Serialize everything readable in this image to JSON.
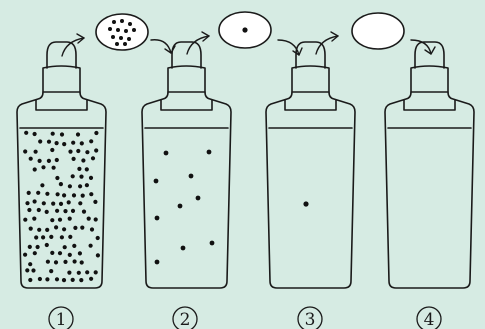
{
  "background_color": "#d6ebe3",
  "steps": [
    {
      "label": "1",
      "bottle_particles": "many",
      "saucer_particles": "many"
    },
    {
      "label": "2",
      "bottle_particles": "few",
      "saucer_particles": "one"
    },
    {
      "label": "3",
      "bottle_particles": "one",
      "saucer_particles": "none"
    },
    {
      "label": "4",
      "bottle_particles": "none"
    }
  ],
  "arrow_icons": [
    "curved-arrow-icon",
    "curved-arrow-icon",
    "curved-arrow-icon"
  ]
}
